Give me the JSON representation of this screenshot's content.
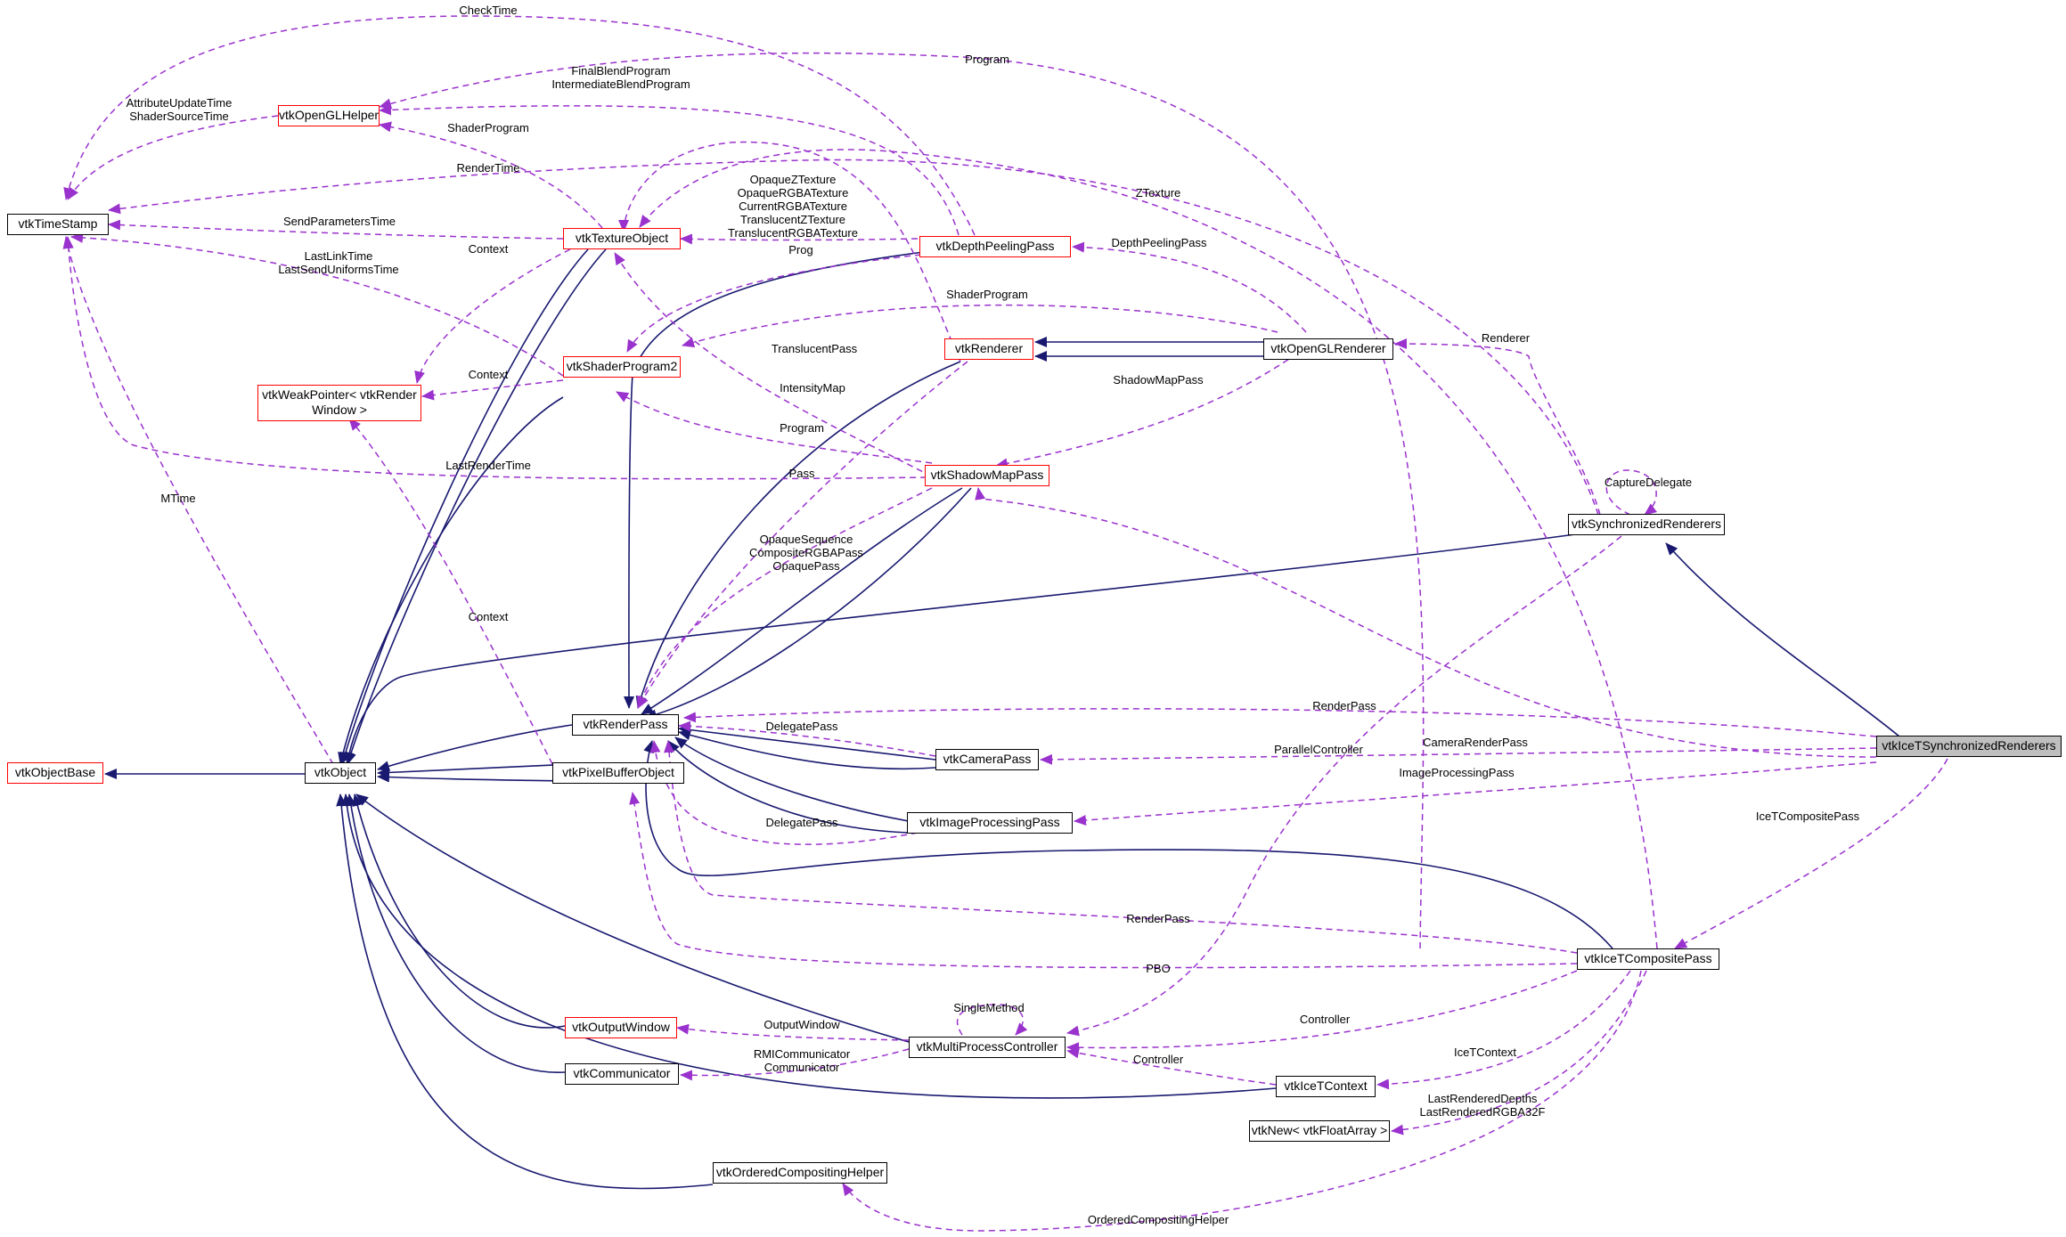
{
  "colors": {
    "inheritance_edge": "#191970",
    "usage_edge": "#9a32cd",
    "node_border": "#000000",
    "truncated_node_border": "#ff0000",
    "highlight_fill": "#bfbfbf"
  },
  "nodes": {
    "vtkTimeStamp": "vtkTimeStamp",
    "vtkOpenGLHelper": "vtkOpenGLHelper",
    "vtkTextureObject": "vtkTextureObject",
    "vtkDepthPeelingPass": "vtkDepthPeelingPass",
    "vtkWeakPointer_line1": "vtkWeakPointer< vtkRender",
    "vtkWeakPointer_line2": "Window >",
    "vtkShaderProgram2": "vtkShaderProgram2",
    "vtkRenderer": "vtkRenderer",
    "vtkOpenGLRenderer": "vtkOpenGLRenderer",
    "vtkShadowMapPass": "vtkShadowMapPass",
    "vtkSynchronizedRenderers": "vtkSynchronizedRenderers",
    "vtkIceTSynchronizedRenderers": "vtkIceTSynchronizedRenderers",
    "vtkObjectBase": "vtkObjectBase",
    "vtkObject": "vtkObject",
    "vtkRenderPass": "vtkRenderPass",
    "vtkPixelBufferObject": "vtkPixelBufferObject",
    "vtkCameraPass": "vtkCameraPass",
    "vtkImageProcessingPass": "vtkImageProcessingPass",
    "vtkIceTCompositePass": "vtkIceTCompositePass",
    "vtkOutputWindow": "vtkOutputWindow",
    "vtkMultiProcessController": "vtkMultiProcessController",
    "vtkCommunicator": "vtkCommunicator",
    "vtkIceTContext": "vtkIceTContext",
    "vtkNewFloatArray": "vtkNew< vtkFloatArray >",
    "vtkOrderedCompositingHelper": "vtkOrderedCompositingHelper"
  },
  "edge_labels": {
    "check_time": "CheckTime",
    "program": "Program",
    "final_blend_1": "FinalBlendProgram",
    "final_blend_2": "IntermediateBlendProgram",
    "attr_update_1": "AttributeUpdateTime",
    "attr_update_2": "ShaderSourceTime",
    "shader_program_helper": "ShaderProgram",
    "render_time": "RenderTime",
    "textures_1": "OpaqueZTexture",
    "textures_2": "OpaqueRGBATexture",
    "textures_3": "CurrentRGBATexture",
    "textures_4": "TranslucentZTexture",
    "textures_5": "TranslucentRGBATexture",
    "ztexture": "ZTexture",
    "send_params": "SendParametersTime",
    "depth_peeling_pass": "DepthPeelingPass",
    "context_texture": "Context",
    "prog": "Prog",
    "link_time_1": "LastLinkTime",
    "link_time_2": "LastSendUniformsTime",
    "shader_program_gl": "ShaderProgram",
    "renderer": "Renderer",
    "translucent_pass": "TranslucentPass",
    "context_shader": "Context",
    "intensity_map": "IntensityMap",
    "shadow_map_pass": "ShadowMapPass",
    "program_shadow": "Program",
    "last_render_time": "LastRenderTime",
    "pass": "Pass",
    "capture_delegate": "CaptureDelegate",
    "mtime": "MTime",
    "opaque_seq_1": "OpaqueSequence",
    "opaque_seq_2": "CompositeRGBAPass",
    "opaque_seq_3": "OpaquePass",
    "context_pbo": "Context",
    "render_pass_icet": "RenderPass",
    "delegate_pass_camera": "DelegatePass",
    "camera_render_pass": "CameraRenderPass",
    "parallel_controller": "ParallelController",
    "image_processing_pass": "ImageProcessingPass",
    "icet_composite_pass": "IceTCompositePass",
    "delegate_pass_image": "DelegatePass",
    "render_pass_composite": "RenderPass",
    "pbo": "PBO",
    "single_method": "SingleMethod",
    "output_window": "OutputWindow",
    "controller_composite": "Controller",
    "rmi_1": "RMICommunicator",
    "rmi_2": "Communicator",
    "controller_context": "Controller",
    "icet_context": "IceTContext",
    "last_rendered_1": "LastRenderedDepths",
    "last_rendered_2": "LastRenderedRGBA32F",
    "ordered_helper": "OrderedCompositingHelper"
  }
}
